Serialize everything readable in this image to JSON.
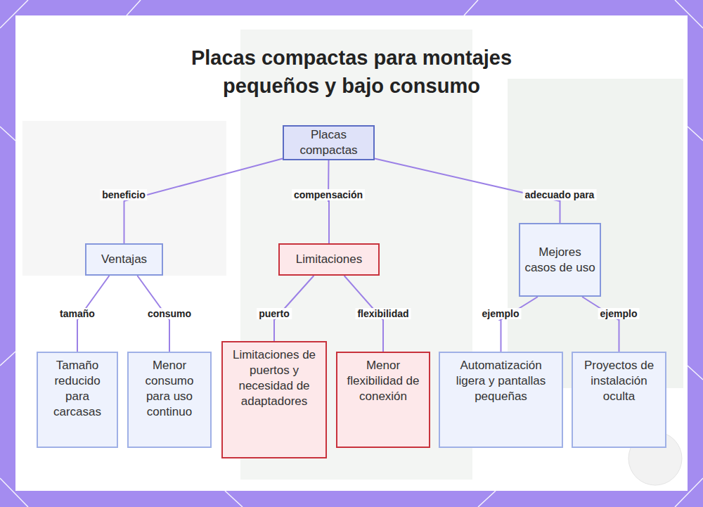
{
  "diagram": {
    "title": "Placas compactas para montajes pequeños y bajo consumo",
    "nodes": [
      {
        "text": [
          "Placas compactas"
        ]
      },
      {
        "text": [
          "Ventajas"
        ]
      },
      {
        "text": [
          "Limitaciones"
        ]
      },
      {
        "text": [
          "Mejores casos de uso"
        ]
      },
      {
        "text": [
          "Tamaño reducido para carcasas"
        ]
      },
      {
        "text": [
          "Menor consumo para uso continuo"
        ]
      },
      {
        "text": [
          "Limitaciones de puertos y necesidad de adaptadores"
        ]
      },
      {
        "text": [
          "Menor flexibilidad de conexión"
        ]
      },
      {
        "text": [
          "Automatización ligera y pantallas pequeñas"
        ]
      },
      {
        "text": [
          "Proyectos de instalación oculta"
        ]
      }
    ],
    "edges": [
      {
        "from": 0,
        "to": 1,
        "label": "beneficio",
        "arrow": "none"
      },
      {
        "from": 0,
        "to": 2,
        "label": "compensación",
        "arrow": "none"
      },
      {
        "from": 0,
        "to": 3,
        "label": "adecuado para",
        "arrow": "none"
      },
      {
        "from": 1,
        "to": 4,
        "label": "tamaño",
        "arrow": "none"
      },
      {
        "from": 1,
        "to": 5,
        "label": "consumo",
        "arrow": "none"
      },
      {
        "from": 2,
        "to": 6,
        "label": "puerto",
        "arrow": "none"
      },
      {
        "from": 2,
        "to": 7,
        "label": "flexibilidad",
        "arrow": "none"
      },
      {
        "from": 3,
        "to": 8,
        "label": "ejemplo",
        "arrow": "none"
      },
      {
        "from": 3,
        "to": 9,
        "label": "ejemplo",
        "arrow": "none"
      }
    ]
  }
}
